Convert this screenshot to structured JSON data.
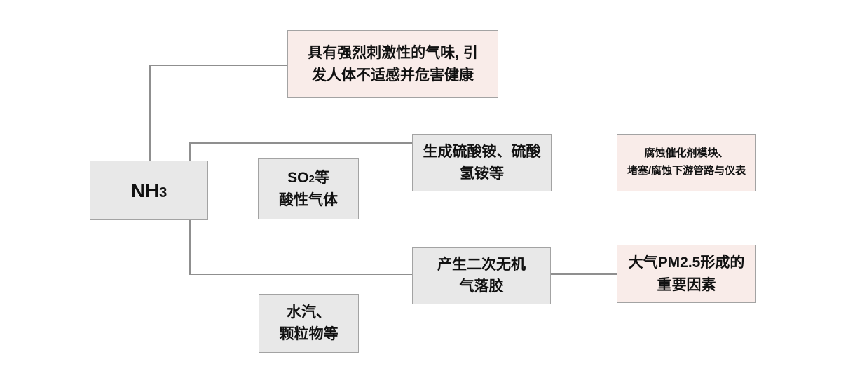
{
  "diagram": {
    "title": "NH3 impacts flowchart",
    "colors": {
      "node_fill": "#e8e8e8",
      "effect_fill": "#f9ece9",
      "border": "#a3a3a3",
      "line": "#8f8f8f",
      "text": "#111111",
      "bg": "#ffffff"
    },
    "root": {
      "pre": "NH",
      "sub": "3"
    },
    "boxes": {
      "odor": {
        "lines": [
          "具有强烈刺激性的气味, 引",
          "发人体不适感并危害健康"
        ]
      },
      "so2": {
        "pre": "SO",
        "sub": "2",
        "post": "等",
        "line2": "酸性气体"
      },
      "sulfate": {
        "lines": [
          "生成硫酸铵、硫酸",
          "氢铵等"
        ]
      },
      "corrosion": {
        "lines": [
          "腐蚀催化剂模块、",
          "堵塞/腐蚀下游管路与仪表"
        ]
      },
      "aerosol": {
        "lines": [
          "产生二次无机",
          "气落胶"
        ]
      },
      "pm25": {
        "lines": [
          "大气PM2.5形成的",
          "重要因素"
        ]
      },
      "moisture": {
        "lines": [
          "水汽、",
          "颗粒物等"
        ]
      }
    }
  }
}
